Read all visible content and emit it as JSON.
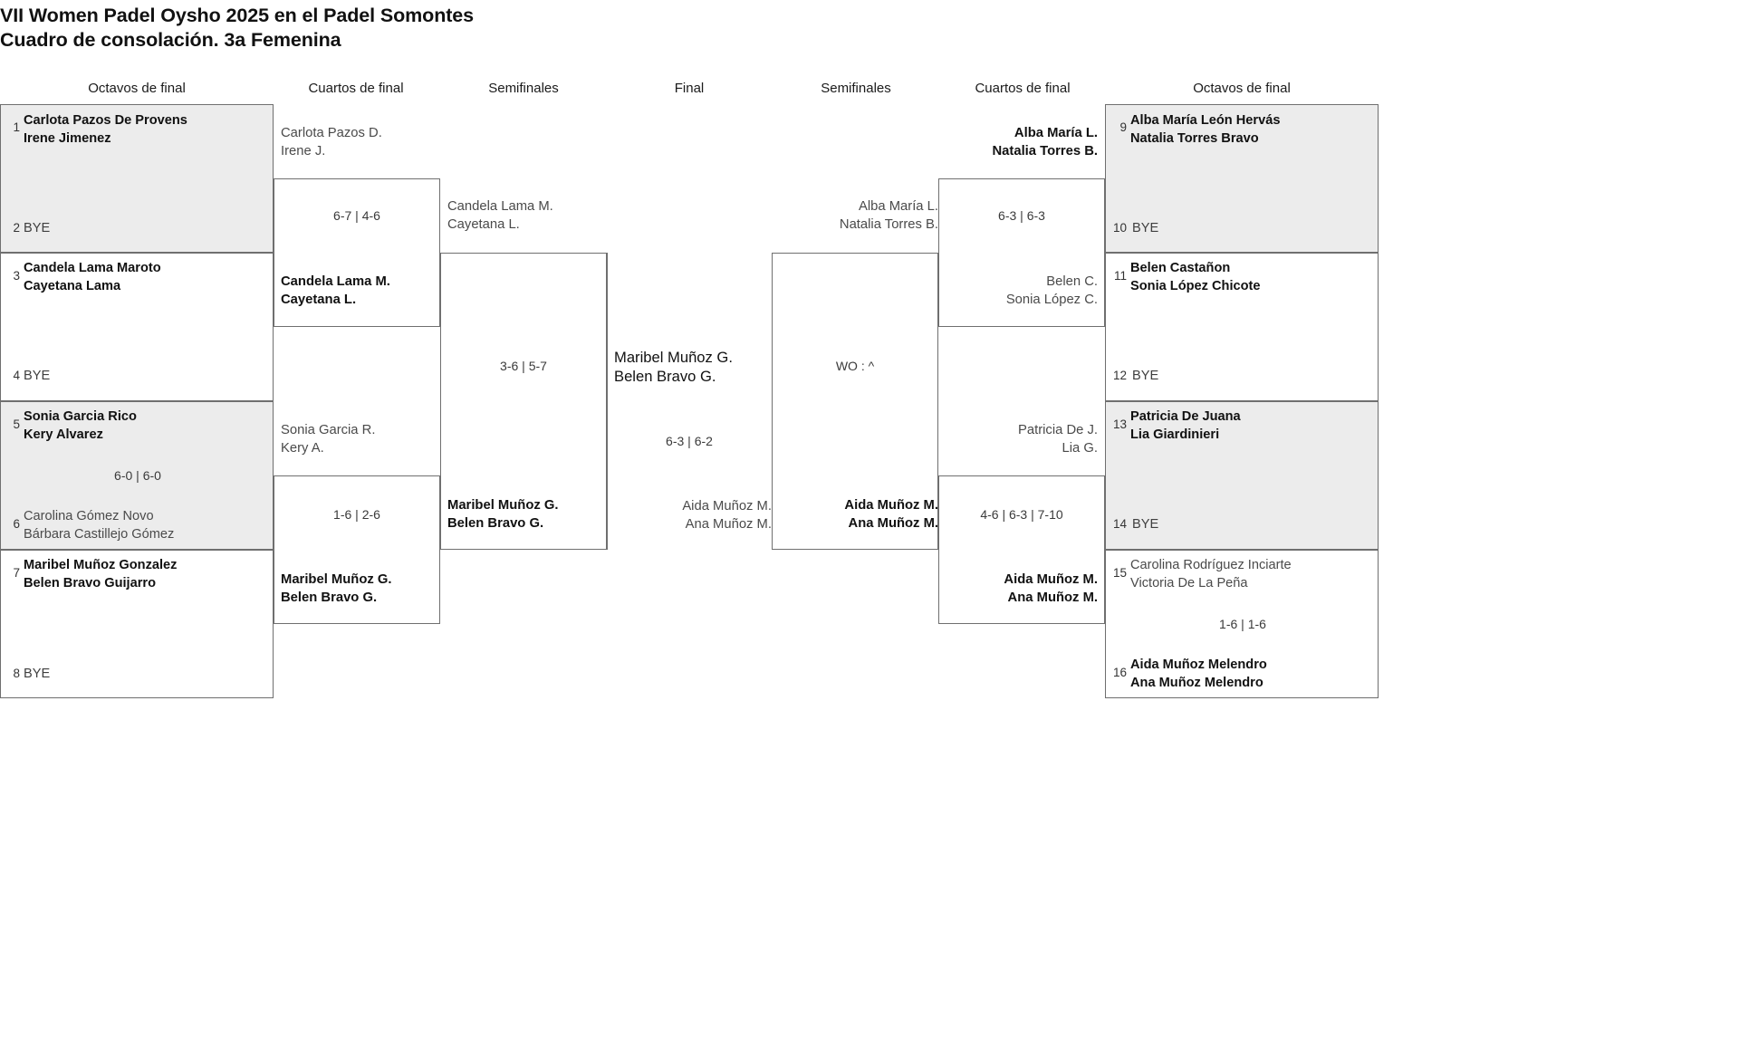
{
  "title": {
    "line1": "VII Women Padel Oysho 2025 en el Padel Somontes",
    "line2": "Cuadro de consolación. 3a Femenina"
  },
  "round_headers": {
    "left_octavos": "Octavos de final",
    "left_cuartos": "Cuartos de final",
    "left_semis": "Semifinales",
    "final": "Final",
    "right_semis": "Semifinales",
    "right_cuartos": "Cuartos de final",
    "right_octavos": "Octavos de final"
  },
  "bracket": {
    "left_octavos": [
      {
        "seed": "1",
        "p1": "Carlota Pazos De Provens",
        "p2": "Irene Jimenez",
        "result": "win",
        "shaded": true
      },
      {
        "seed": "2",
        "p1": "BYE",
        "p2": "",
        "result": "bye",
        "shaded": true
      },
      {
        "seed": "3",
        "p1": "Candela Lama Maroto",
        "p2": "Cayetana Lama",
        "result": "win",
        "shaded": false
      },
      {
        "seed": "4",
        "p1": "BYE",
        "p2": "",
        "result": "bye",
        "shaded": false
      },
      {
        "seed": "5",
        "p1": "Sonia Garcia Rico",
        "p2": "Kery Alvarez",
        "result": "win",
        "shaded": true
      },
      {
        "seed": "6",
        "p1": "Carolina Gómez Novo",
        "p2": "Bárbara Castillejo Gómez",
        "result": "lose",
        "shaded": true
      },
      {
        "seed": "7",
        "p1": "Maribel Muñoz Gonzalez",
        "p2": "Belen Bravo Guijarro",
        "result": "win",
        "shaded": false
      },
      {
        "seed": "8",
        "p1": "BYE",
        "p2": "",
        "result": "bye",
        "shaded": false
      }
    ],
    "right_octavos": [
      {
        "seed": "9",
        "p1": "Alba María León Hervás",
        "p2": "Natalia Torres Bravo",
        "result": "win",
        "shaded": true
      },
      {
        "seed": "10",
        "p1": "BYE",
        "p2": "",
        "result": "bye",
        "shaded": true
      },
      {
        "seed": "11",
        "p1": "Belen Castañon",
        "p2": "Sonia López Chicote",
        "result": "win",
        "shaded": false
      },
      {
        "seed": "12",
        "p1": "BYE",
        "p2": "",
        "result": "bye",
        "shaded": false
      },
      {
        "seed": "13",
        "p1": "Patricia De Juana",
        "p2": "Lia Giardinieri",
        "result": "win",
        "shaded": true
      },
      {
        "seed": "14",
        "p1": "BYE",
        "p2": "",
        "result": "bye",
        "shaded": true
      },
      {
        "seed": "15",
        "p1": "Carolina Rodríguez Inciarte",
        "p2": "Victoria De La Peña",
        "result": "lose",
        "shaded": false
      },
      {
        "seed": "16",
        "p1": "Aida Muñoz Melendro",
        "p2": "Ana Muñoz Melendro",
        "result": "win",
        "shaded": false
      }
    ],
    "octavos_scores": {
      "left_m3": "6-0 | 6-0",
      "right_m8": "1-6 | 1-6"
    },
    "left_cuartos": [
      {
        "p1": "Carlota Pazos D.",
        "p2": "Irene J.",
        "result": "lose"
      },
      {
        "p1": "Candela Lama M.",
        "p2": "Cayetana L.",
        "result": "win"
      },
      {
        "p1": "Sonia Garcia R.",
        "p2": "Kery A.",
        "result": "lose"
      },
      {
        "p1": "Maribel Muñoz G.",
        "p2": "Belen Bravo G.",
        "result": "win"
      }
    ],
    "left_cuartos_scores": {
      "m1": "6-7 | 4-6",
      "m2": "1-6 | 2-6"
    },
    "right_cuartos": [
      {
        "p1": "Alba María L.",
        "p2": "Natalia Torres B.",
        "result": "win"
      },
      {
        "p1": "Belen C.",
        "p2": "Sonia López C.",
        "result": "lose"
      },
      {
        "p1": "Patricia De J.",
        "p2": "Lia G.",
        "result": "lose"
      },
      {
        "p1": "Aida Muñoz M.",
        "p2": "Ana Muñoz M.",
        "result": "win"
      }
    ],
    "right_cuartos_scores": {
      "m1": "6-3 | 6-3",
      "m2": "4-6 | 6-3 | 7-10"
    },
    "left_semis": [
      {
        "p1": "Candela Lama M.",
        "p2": "Cayetana L.",
        "result": "lose"
      },
      {
        "p1": "Maribel Muñoz G.",
        "p2": "Belen Bravo G.",
        "result": "win"
      }
    ],
    "left_semis_score": "3-6 | 5-7",
    "right_semis": [
      {
        "p1": "Alba María L.",
        "p2": "Natalia Torres B.",
        "result": "lose"
      },
      {
        "p1": "Aida Muñoz M.",
        "p2": "Ana Muñoz M.",
        "result": "win"
      }
    ],
    "right_semis_score": "WO : ^",
    "final": {
      "winner": {
        "p1": "Maribel Muñoz G.",
        "p2": "Belen Bravo G."
      },
      "runnerup": {
        "p1": "Aida Muñoz M.",
        "p2": "Ana Muñoz M."
      },
      "score": "6-3 | 6-2"
    }
  },
  "colors": {
    "shade": "#ececec",
    "border": "#6f6f6f",
    "winner_text": "#111111",
    "loser_text": "#4a4a4a"
  }
}
